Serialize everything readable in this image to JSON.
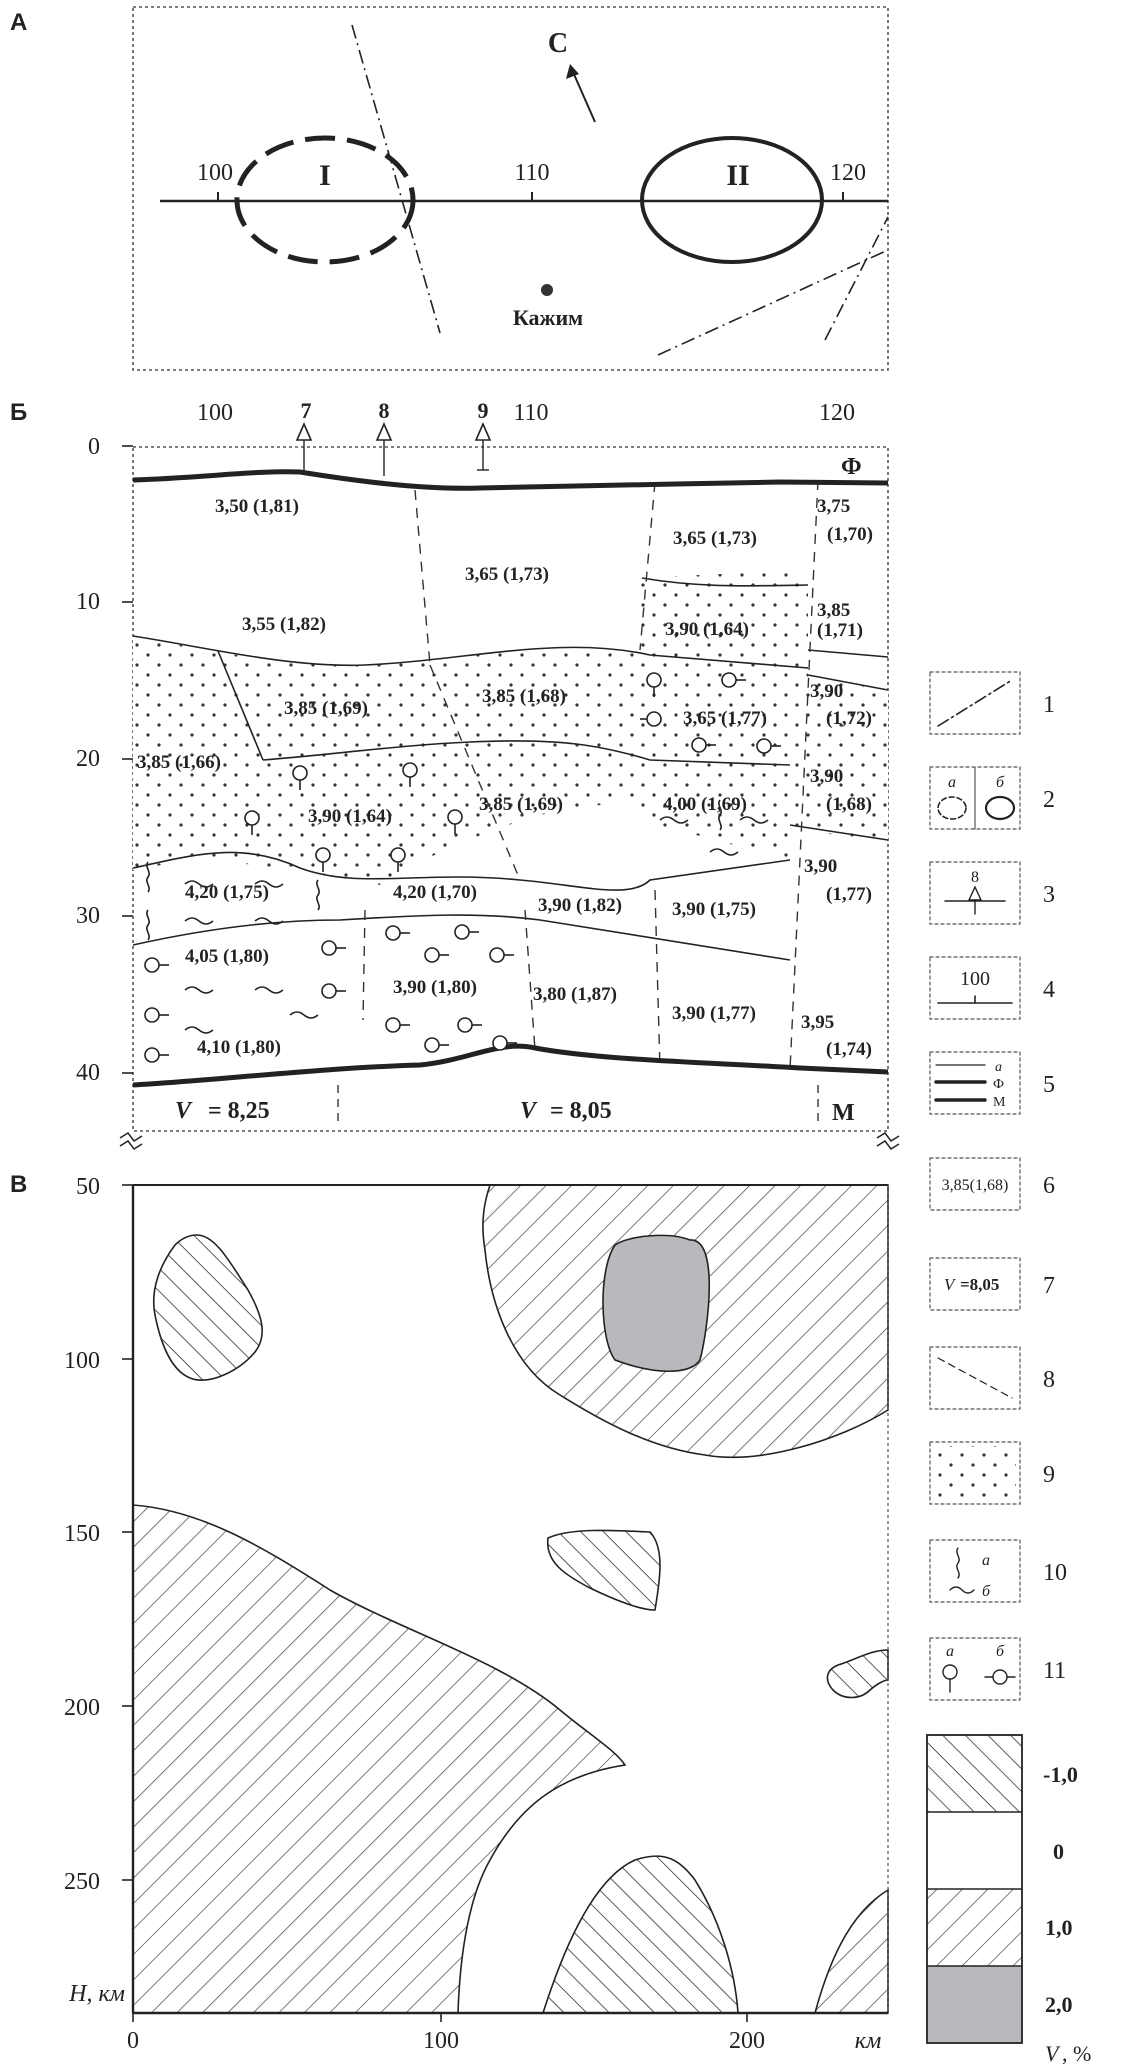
{
  "panel_a": {
    "letter": "А",
    "km_ticks": [
      "100",
      "110",
      "120"
    ],
    "roman_1": "I",
    "roman_2": "II",
    "north_label": "С",
    "town": "Кажим"
  },
  "panel_b": {
    "letter": "Б",
    "km_ticks": [
      "100",
      "110",
      "120"
    ],
    "depth_ticks": [
      "0",
      "10",
      "20",
      "30",
      "40"
    ],
    "stations": [
      "7",
      "8",
      "9"
    ],
    "label_phi": "Ф",
    "label_m": "М",
    "vp_left_sym": "V",
    "vp_left_eq": "= 8,25",
    "vp_right_sym": "V",
    "vp_right_eq": "= 8,05",
    "velocity_labels": [
      "3,50 (1,81)",
      "3,65 (1,73)",
      "3,65 (1,73)",
      "3,75",
      "(1,70)",
      "3,55 (1,82)",
      "3,90 (1,64)",
      "3,85",
      "(1,71)",
      "3,85 (1,69)",
      "3,85 (1,68)",
      "3,65 (1,77)",
      "3,90",
      "(1,72)",
      "3,85 (1,66)",
      "3,90 (1,64)",
      "3,85 (1,69)",
      "4,00 (1,69)",
      "3,90",
      "(1,68)",
      "4,20 (1,75)",
      "4,20 (1,70)",
      "3,90 (1,82)",
      "3,90 (1,75)",
      "3,90",
      "(1,77)",
      "4,05 (1,80)",
      "3,90 (1,80)",
      "3,80 (1,87)",
      "3,90 (1,77)",
      "3,95",
      "(1,74)",
      "4,10 (1,80)"
    ]
  },
  "panel_c": {
    "letter": "В",
    "depth_ticks": [
      "50",
      "100",
      "150",
      "200",
      "250"
    ],
    "axis_y_label": "H, км",
    "x_ticks": [
      "0",
      "100",
      "200"
    ],
    "axis_x_unit": "км"
  },
  "legend": {
    "numbers": [
      "1",
      "2",
      "3",
      "4",
      "5",
      "6",
      "7",
      "8",
      "9",
      "10",
      "11"
    ],
    "sub_a": "а",
    "sub_b": "б",
    "item3_station": "8",
    "item4_tick": "100",
    "item5_phi": "Ф",
    "item5_m": "М",
    "item6_text": "3,85(1,68)",
    "item7_sym": "V",
    "item7_eq": "=8,05",
    "scale_values": [
      "-1,0",
      "0",
      "1,0",
      "2,0"
    ],
    "scale_unit_sym": "V",
    "scale_unit_rest": ", %",
    "scale_colors": [
      "#ffffff",
      "#ffffff",
      "#ffffff",
      "#b9b9bd"
    ]
  }
}
